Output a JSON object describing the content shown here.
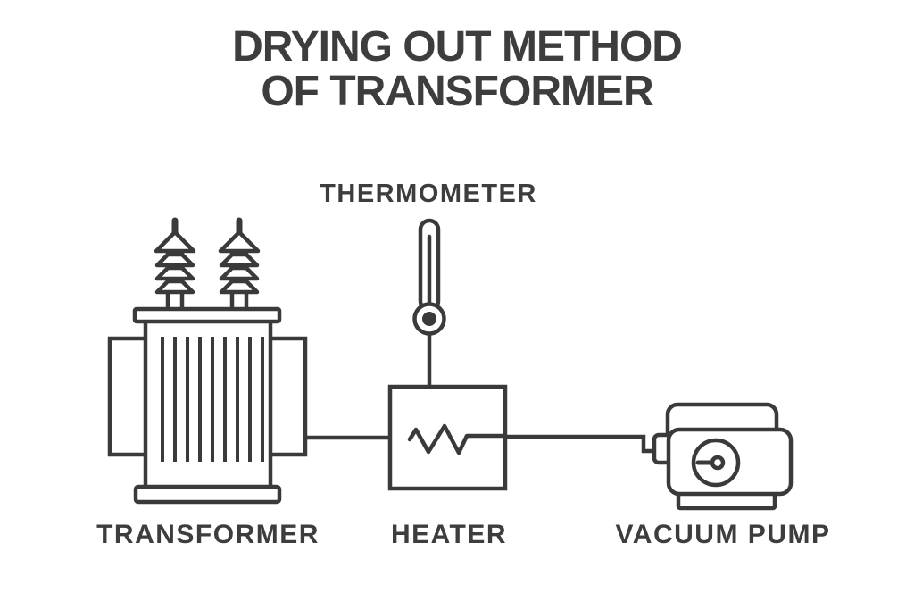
{
  "title": {
    "line1": "DRYING OUT METHOD",
    "line2": "OF TRANSFORMER"
  },
  "labels": {
    "thermometer": "THERMOMETER",
    "transformer": "TRANSFORMER",
    "heater": "HEATER",
    "vacuum_pump": "VACUUM PUMP"
  },
  "colors": {
    "background": "#ffffff",
    "line": "#3a3a3a",
    "text": "#3d3d3d"
  }
}
